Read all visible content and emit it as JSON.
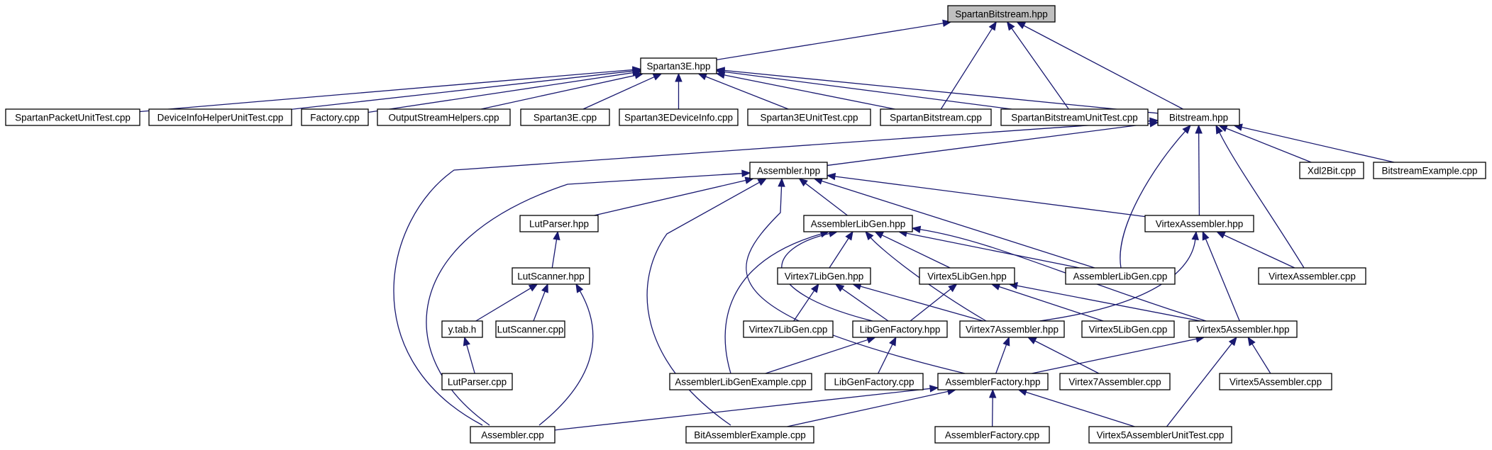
{
  "diagram": {
    "type": "include-dependency-graph",
    "nodes": [
      {
        "id": "n0",
        "label": "SpartanBitstream.hpp",
        "root": true
      },
      {
        "id": "n1",
        "label": "Spartan3E.hpp"
      },
      {
        "id": "n2",
        "label": "SpartanBitstream.cpp"
      },
      {
        "id": "n3",
        "label": "SpartanBitstreamUnitTest.cpp"
      },
      {
        "id": "n4",
        "label": "Bitstream.hpp"
      },
      {
        "id": "n5",
        "label": "SpartanPacketUnitTest.cpp"
      },
      {
        "id": "n6",
        "label": "DeviceInfoHelperUnitTest.cpp"
      },
      {
        "id": "n7",
        "label": "Factory.cpp"
      },
      {
        "id": "n8",
        "label": "OutputStreamHelpers.cpp"
      },
      {
        "id": "n9",
        "label": "Spartan3E.cpp"
      },
      {
        "id": "n10",
        "label": "Spartan3EDeviceInfo.cpp"
      },
      {
        "id": "n11",
        "label": "Spartan3EUnitTest.cpp"
      },
      {
        "id": "n12",
        "label": "Assembler.hpp"
      },
      {
        "id": "n13",
        "label": "Xdl2Bit.cpp"
      },
      {
        "id": "n14",
        "label": "BitstreamExample.cpp"
      },
      {
        "id": "n15",
        "label": "LutParser.hpp"
      },
      {
        "id": "n16",
        "label": "AssemblerLibGen.hpp"
      },
      {
        "id": "n17",
        "label": "VirtexAssembler.hpp"
      },
      {
        "id": "n18",
        "label": "AssemblerLibGen.cpp"
      },
      {
        "id": "n19",
        "label": "VirtexAssembler.cpp"
      },
      {
        "id": "n20",
        "label": "LutScanner.hpp"
      },
      {
        "id": "n21",
        "label": "Virtex7LibGen.hpp"
      },
      {
        "id": "n22",
        "label": "Virtex5LibGen.hpp"
      },
      {
        "id": "n23",
        "label": "y.tab.h"
      },
      {
        "id": "n24",
        "label": "LutScanner.cpp"
      },
      {
        "id": "n25",
        "label": "Virtex7LibGen.cpp"
      },
      {
        "id": "n26",
        "label": "LibGenFactory.hpp"
      },
      {
        "id": "n27",
        "label": "Virtex7Assembler.hpp"
      },
      {
        "id": "n28",
        "label": "Virtex5LibGen.cpp"
      },
      {
        "id": "n29",
        "label": "Virtex5Assembler.hpp"
      },
      {
        "id": "n30",
        "label": "LutParser.cpp"
      },
      {
        "id": "n31",
        "label": "AssemblerLibGenExample.cpp"
      },
      {
        "id": "n32",
        "label": "LibGenFactory.cpp"
      },
      {
        "id": "n33",
        "label": "AssemblerFactory.hpp"
      },
      {
        "id": "n34",
        "label": "Virtex7Assembler.cpp"
      },
      {
        "id": "n35",
        "label": "Virtex5Assembler.cpp"
      },
      {
        "id": "n36",
        "label": "Assembler.cpp"
      },
      {
        "id": "n37",
        "label": "BitAssemblerExample.cpp"
      },
      {
        "id": "n38",
        "label": "AssemblerFactory.cpp"
      },
      {
        "id": "n39",
        "label": "Virtex5AssemblerUnitTest.cpp"
      }
    ],
    "edges": [
      {
        "from": "n1",
        "to": "n0"
      },
      {
        "from": "n2",
        "to": "n0"
      },
      {
        "from": "n3",
        "to": "n0"
      },
      {
        "from": "n4",
        "to": "n0"
      },
      {
        "from": "n5",
        "to": "n1"
      },
      {
        "from": "n6",
        "to": "n1"
      },
      {
        "from": "n7",
        "to": "n1"
      },
      {
        "from": "n8",
        "to": "n1"
      },
      {
        "from": "n9",
        "to": "n1"
      },
      {
        "from": "n10",
        "to": "n1"
      },
      {
        "from": "n11",
        "to": "n1"
      },
      {
        "from": "n2",
        "to": "n1"
      },
      {
        "from": "n3",
        "to": "n1"
      },
      {
        "from": "n4",
        "to": "n1"
      },
      {
        "from": "n12",
        "to": "n4"
      },
      {
        "from": "n13",
        "to": "n4"
      },
      {
        "from": "n14",
        "to": "n4"
      },
      {
        "from": "n17",
        "to": "n4"
      },
      {
        "from": "n18",
        "to": "n4"
      },
      {
        "from": "n19",
        "to": "n4"
      },
      {
        "from": "n36",
        "to": "n4"
      },
      {
        "from": "n15",
        "to": "n12"
      },
      {
        "from": "n16",
        "to": "n12"
      },
      {
        "from": "n17",
        "to": "n12"
      },
      {
        "from": "n18",
        "to": "n12"
      },
      {
        "from": "n33",
        "to": "n12"
      },
      {
        "from": "n36",
        "to": "n12"
      },
      {
        "from": "n37",
        "to": "n12"
      },
      {
        "from": "n20",
        "to": "n15"
      },
      {
        "from": "n23",
        "to": "n20"
      },
      {
        "from": "n24",
        "to": "n20"
      },
      {
        "from": "n36",
        "to": "n20"
      },
      {
        "from": "n30",
        "to": "n23"
      },
      {
        "from": "n21",
        "to": "n16"
      },
      {
        "from": "n22",
        "to": "n16"
      },
      {
        "from": "n18",
        "to": "n16"
      },
      {
        "from": "n26",
        "to": "n16"
      },
      {
        "from": "n27",
        "to": "n16"
      },
      {
        "from": "n29",
        "to": "n16"
      },
      {
        "from": "n31",
        "to": "n16"
      },
      {
        "from": "n25",
        "to": "n21"
      },
      {
        "from": "n26",
        "to": "n21"
      },
      {
        "from": "n27",
        "to": "n21"
      },
      {
        "from": "n26",
        "to": "n22"
      },
      {
        "from": "n28",
        "to": "n22"
      },
      {
        "from": "n29",
        "to": "n22"
      },
      {
        "from": "n27",
        "to": "n17"
      },
      {
        "from": "n29",
        "to": "n17"
      },
      {
        "from": "n19",
        "to": "n17"
      },
      {
        "from": "n31",
        "to": "n26"
      },
      {
        "from": "n32",
        "to": "n26"
      },
      {
        "from": "n33",
        "to": "n27"
      },
      {
        "from": "n34",
        "to": "n27"
      },
      {
        "from": "n33",
        "to": "n29"
      },
      {
        "from": "n35",
        "to": "n29"
      },
      {
        "from": "n39",
        "to": "n29"
      },
      {
        "from": "n36",
        "to": "n33"
      },
      {
        "from": "n37",
        "to": "n33"
      },
      {
        "from": "n38",
        "to": "n33"
      },
      {
        "from": "n39",
        "to": "n33"
      }
    ]
  }
}
